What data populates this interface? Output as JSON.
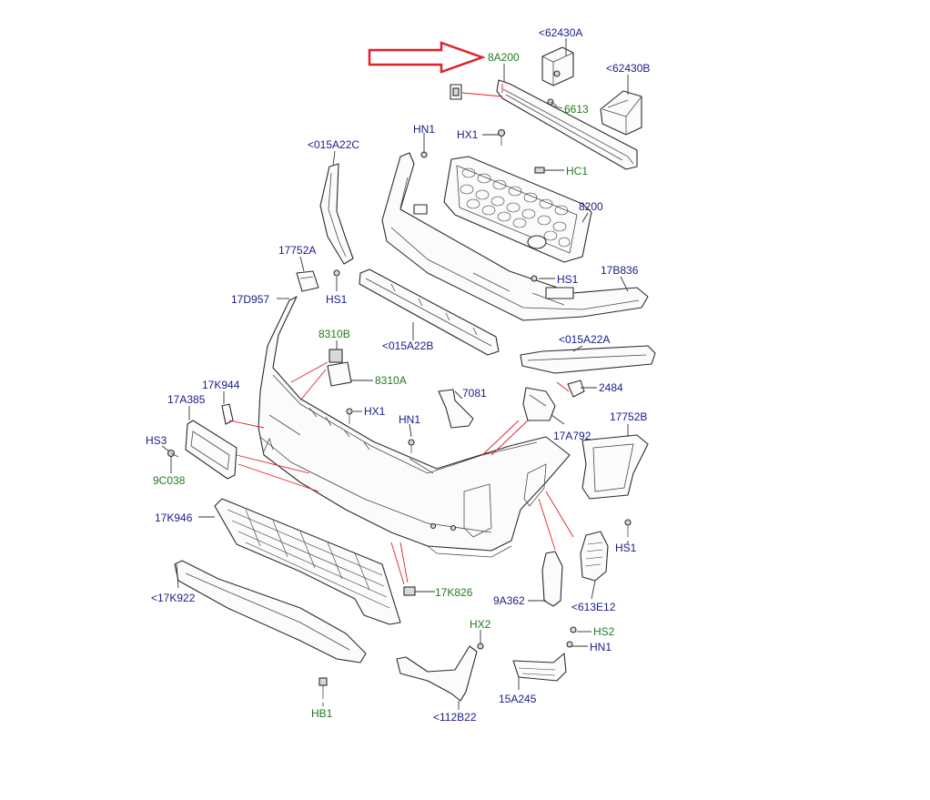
{
  "colors": {
    "label_blue": "#1a1a8c",
    "label_green": "#1f7a1f",
    "arrow_red": "#e0202a"
  },
  "labels": [
    {
      "id": "8A200",
      "text": "8A200",
      "color": "green"
    },
    {
      "id": "62430A",
      "text": "<62430A",
      "color": "blue"
    },
    {
      "id": "62430B",
      "text": "<62430B",
      "color": "blue"
    },
    {
      "id": "6613",
      "text": "6613",
      "color": "green"
    },
    {
      "id": "HN1-top",
      "text": "HN1",
      "color": "blue"
    },
    {
      "id": "HX1-top",
      "text": "HX1",
      "color": "blue"
    },
    {
      "id": "HC1",
      "text": "HC1",
      "color": "green"
    },
    {
      "id": "015A22C",
      "text": "<015A22C",
      "color": "blue"
    },
    {
      "id": "8200",
      "text": "8200",
      "color": "blue"
    },
    {
      "id": "17752A",
      "text": "17752A",
      "color": "blue"
    },
    {
      "id": "HS1-left",
      "text": "HS1",
      "color": "blue"
    },
    {
      "id": "HS1-mid",
      "text": "HS1",
      "color": "blue"
    },
    {
      "id": "17B836",
      "text": "17B836",
      "color": "blue"
    },
    {
      "id": "17D957",
      "text": "17D957",
      "color": "blue"
    },
    {
      "id": "8310B",
      "text": "8310B",
      "color": "green"
    },
    {
      "id": "015A22B",
      "text": "<015A22B",
      "color": "blue"
    },
    {
      "id": "015A22A",
      "text": "<015A22A",
      "color": "blue"
    },
    {
      "id": "8310A",
      "text": "8310A",
      "color": "green"
    },
    {
      "id": "17K944",
      "text": "17K944",
      "color": "blue"
    },
    {
      "id": "2484",
      "text": "2484",
      "color": "blue"
    },
    {
      "id": "7081",
      "text": "7081",
      "color": "blue"
    },
    {
      "id": "17A385",
      "text": "17A385",
      "color": "blue"
    },
    {
      "id": "HX1-mid",
      "text": "HX1",
      "color": "blue"
    },
    {
      "id": "HN1-mid",
      "text": "HN1",
      "color": "blue"
    },
    {
      "id": "17752B",
      "text": "17752B",
      "color": "blue"
    },
    {
      "id": "17A792",
      "text": "17A792",
      "color": "blue"
    },
    {
      "id": "HS3",
      "text": "HS3",
      "color": "blue"
    },
    {
      "id": "9C038",
      "text": "9C038",
      "color": "green"
    },
    {
      "id": "17K946",
      "text": "17K946",
      "color": "blue"
    },
    {
      "id": "HS1-right",
      "text": "HS1",
      "color": "blue"
    },
    {
      "id": "17K922",
      "text": "<17K922",
      "color": "blue"
    },
    {
      "id": "17K826",
      "text": "17K826",
      "color": "green"
    },
    {
      "id": "9A362",
      "text": "9A362",
      "color": "blue"
    },
    {
      "id": "613E12",
      "text": "<613E12",
      "color": "blue"
    },
    {
      "id": "HX2",
      "text": "HX2",
      "color": "green"
    },
    {
      "id": "HS2",
      "text": "HS2",
      "color": "green"
    },
    {
      "id": "HN1-bottom",
      "text": "HN1",
      "color": "blue"
    },
    {
      "id": "15A245",
      "text": "15A245",
      "color": "blue"
    },
    {
      "id": "HB1",
      "text": "HB1",
      "color": "green"
    },
    {
      "id": "112B22",
      "text": "<112B22",
      "color": "blue"
    }
  ]
}
